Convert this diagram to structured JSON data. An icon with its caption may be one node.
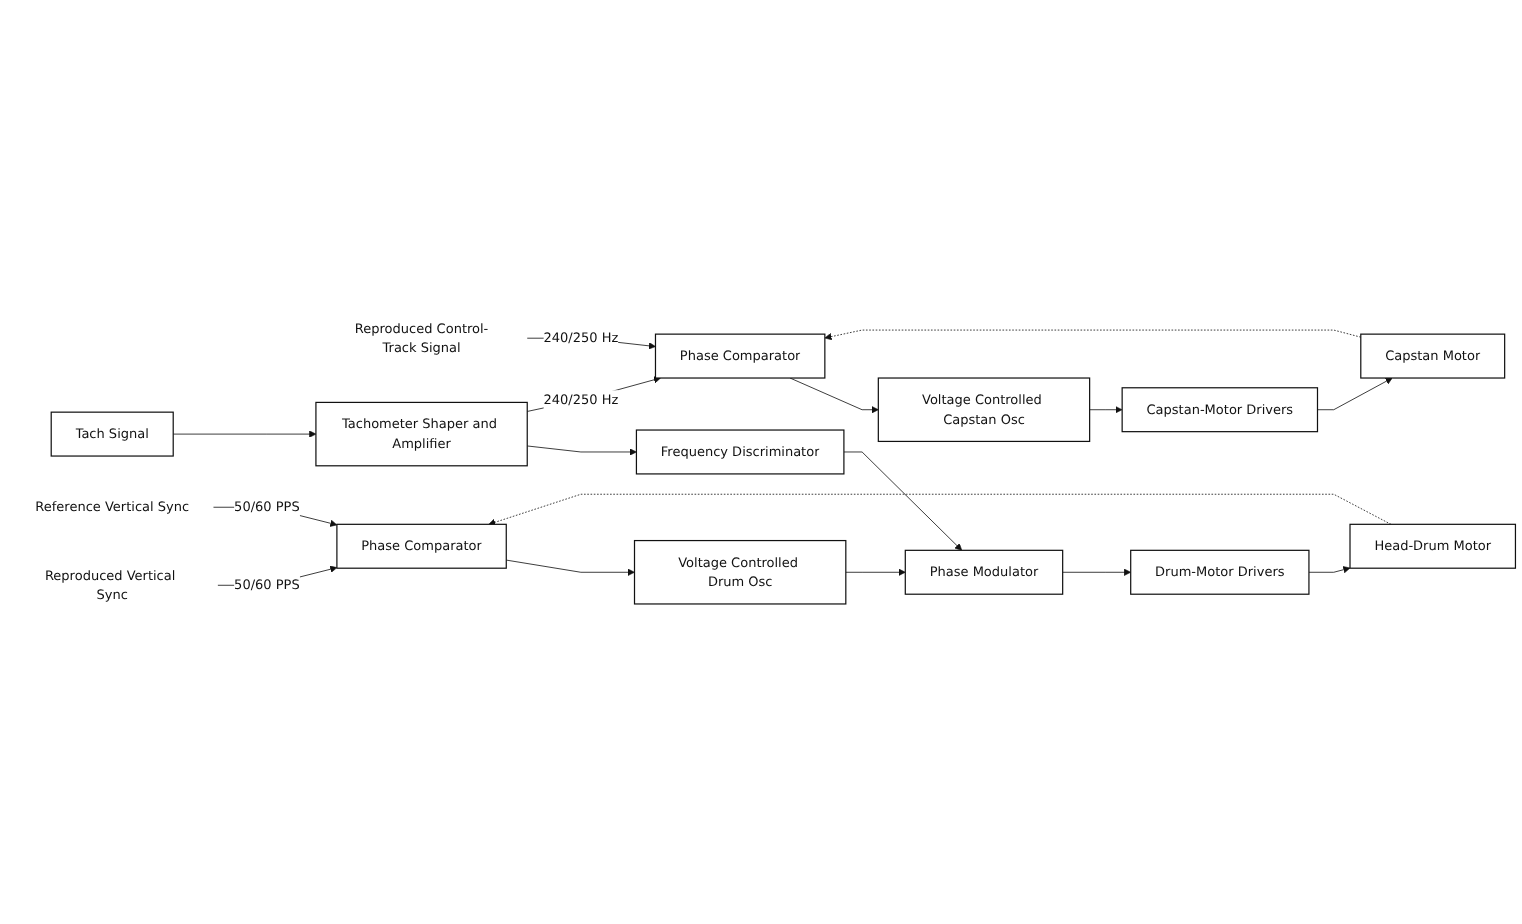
{
  "diagram": {
    "nodes": [
      {
        "text": [
          "Reproduced Control-Track Signal"
        ]
      },
      {
        "text": [
          "Phase Comparator"
        ]
      },
      {
        "text": [
          "Voltage Controlled Capstan Osc"
        ]
      },
      {
        "text": [
          "Capstan-Motor Drivers"
        ]
      },
      {
        "text": [
          "Capstan Motor"
        ]
      },
      {
        "text": [
          "Reproduced Vertical Sync"
        ]
      },
      {
        "text": [
          "Phase Comparator"
        ]
      },
      {
        "text": [
          "Voltage Controlled Drum Osc"
        ]
      },
      {
        "text": [
          "Reference Vertical Sync"
        ]
      },
      {
        "text": [
          "Phase Modulator"
        ]
      },
      {
        "text": [
          "Drum-Motor Drivers"
        ]
      },
      {
        "text": [
          "Head-Drum Motor"
        ]
      },
      {
        "text": [
          "Frequency Discriminator"
        ]
      },
      {
        "text": [
          "Tachometer Shaper and Amplifier"
        ]
      },
      {
        "text": [
          "Tach Signal"
        ]
      }
    ],
    "edges": [
      {
        "from": 0,
        "to": 1,
        "arrow": "to",
        "label": "240/250 Hz"
      },
      {
        "from": 1,
        "to": 2,
        "arrow": "to"
      },
      {
        "from": 2,
        "to": 3,
        "arrow": "to"
      },
      {
        "from": 3,
        "to": 4,
        "arrow": "to"
      },
      {
        "from": 4,
        "to": 1,
        "arrow": "to",
        "style": "dashed"
      },
      {
        "from": 5,
        "to": 6,
        "arrow": "to",
        "label": "50/60 PPS"
      },
      {
        "from": 11,
        "to": 6,
        "arrow": "to",
        "style": "dashed"
      },
      {
        "from": 8,
        "to": 6,
        "arrow": "to",
        "label": "50/60 PPS"
      },
      {
        "from": 6,
        "to": 7,
        "arrow": "to"
      },
      {
        "from": 7,
        "to": 9,
        "arrow": "to"
      },
      {
        "from": 9,
        "to": 10,
        "arrow": "to"
      },
      {
        "from": 10,
        "to": 11,
        "arrow": "to"
      },
      {
        "from": 14,
        "to": 13,
        "arrow": "to"
      },
      {
        "from": 13,
        "to": 12,
        "arrow": "to"
      },
      {
        "from": 13,
        "to": 1,
        "arrow": "to",
        "label": "240/250 Hz"
      },
      {
        "from": 12,
        "to": 9,
        "arrow": "to"
      }
    ]
  }
}
